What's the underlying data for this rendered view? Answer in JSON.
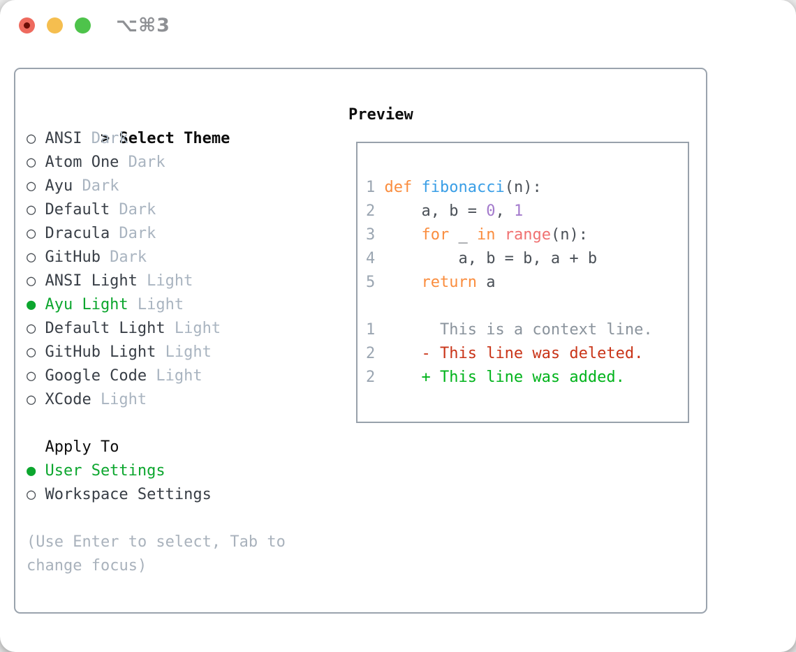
{
  "window": {
    "title": "⌥⌘3",
    "traffic_lights": {
      "close": "close",
      "minimize": "minimize",
      "zoom": "zoom",
      "unsaved_indicator": true
    }
  },
  "theme_picker": {
    "prompt": ">",
    "title": "Select Theme",
    "themes": [
      {
        "name": "ANSI",
        "variant": "Dark",
        "selected": false
      },
      {
        "name": "Atom One",
        "variant": "Dark",
        "selected": false
      },
      {
        "name": "Ayu",
        "variant": "Dark",
        "selected": false
      },
      {
        "name": "Default",
        "variant": "Dark",
        "selected": false
      },
      {
        "name": "Dracula",
        "variant": "Dark",
        "selected": false
      },
      {
        "name": "GitHub",
        "variant": "Dark",
        "selected": false
      },
      {
        "name": "ANSI Light",
        "variant": "Light",
        "selected": false
      },
      {
        "name": "Ayu Light",
        "variant": "Light",
        "selected": true
      },
      {
        "name": "Default Light",
        "variant": "Light",
        "selected": false
      },
      {
        "name": "GitHub Light",
        "variant": "Light",
        "selected": false
      },
      {
        "name": "Google Code",
        "variant": "Light",
        "selected": false
      },
      {
        "name": "XCode",
        "variant": "Light",
        "selected": false
      }
    ],
    "bullet_unselected": "○",
    "bullet_selected": "●",
    "apply_to": {
      "title": "Apply To",
      "options": [
        {
          "label": "User Settings",
          "selected": true
        },
        {
          "label": "Workspace Settings",
          "selected": false
        }
      ]
    },
    "help_line1": "(Use Enter to select, Tab to",
    "help_line2": "change focus)"
  },
  "preview": {
    "title": "Preview",
    "code_lines": [
      [
        {
          "t": "1 ",
          "c": "ln"
        },
        {
          "t": "def",
          "c": "kw"
        },
        {
          "t": " ",
          "c": "fg"
        },
        {
          "t": "fibonacci",
          "c": "fn"
        },
        {
          "t": "(n):",
          "c": "fg"
        }
      ],
      [
        {
          "t": "2 ",
          "c": "ln"
        },
        {
          "t": "    a, b = ",
          "c": "fg"
        },
        {
          "t": "0",
          "c": "num"
        },
        {
          "t": ", ",
          "c": "fg"
        },
        {
          "t": "1",
          "c": "num"
        }
      ],
      [
        {
          "t": "3 ",
          "c": "ln"
        },
        {
          "t": "    ",
          "c": "fg"
        },
        {
          "t": "for",
          "c": "kw"
        },
        {
          "t": " _ ",
          "c": "fg"
        },
        {
          "t": "in",
          "c": "kw"
        },
        {
          "t": " ",
          "c": "fg"
        },
        {
          "t": "range",
          "c": "call"
        },
        {
          "t": "(n):",
          "c": "fg"
        }
      ],
      [
        {
          "t": "4 ",
          "c": "ln"
        },
        {
          "t": "        a, b = b, a + b",
          "c": "fg"
        }
      ],
      [
        {
          "t": "5 ",
          "c": "ln"
        },
        {
          "t": "    ",
          "c": "fg"
        },
        {
          "t": "return",
          "c": "kw"
        },
        {
          "t": " a",
          "c": "fg"
        }
      ],
      [],
      [
        {
          "t": "1 ",
          "c": "ln"
        },
        {
          "t": "      This is a context line.",
          "c": "ctx"
        }
      ],
      [
        {
          "t": "2 ",
          "c": "ln"
        },
        {
          "t": "    - This line was deleted.",
          "c": "del"
        }
      ],
      [
        {
          "t": "2 ",
          "c": "ln"
        },
        {
          "t": "    + This line was added.",
          "c": "add"
        }
      ]
    ]
  },
  "colors": {
    "selection_green": "#0ca62e",
    "theme_name": "#383e46",
    "variant_muted": "#a9b4c0",
    "help_text": "#a9b2bc",
    "panel_border": "#9aa3ad",
    "code_keyword": "#fa8d3e",
    "code_function": "#399ee6",
    "code_constant": "#a37acc",
    "code_call": "#f07171",
    "code_foreground": "#4a5057",
    "line_number": "#9aa5b1",
    "diff_context": "#8a939c",
    "diff_deleted": "#c93418",
    "diff_added": "#00b31b",
    "traffic_red": "#ee6a5e",
    "traffic_yellow": "#f5be4f",
    "traffic_green": "#4ec34b",
    "title_text": "#8e9094"
  }
}
